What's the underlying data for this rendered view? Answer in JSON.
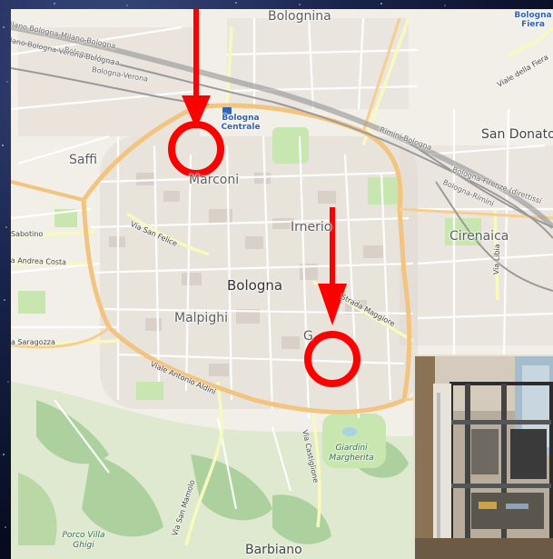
{
  "map": {
    "labels": {
      "bolognina": "Bolognina",
      "bologna_fiera": "Bologna\nFiera",
      "saffi": "Saffi",
      "marconi": "Marconi",
      "bologna_centrale": "Bologna\nCentrale",
      "san_donato": "San Donato",
      "irnerio": "Irnerio",
      "cirenaica": "Cirenaica",
      "bologna": "Bologna",
      "malpighi": "Malpighi",
      "galvani": "G",
      "barbiano": "Barbiano",
      "giardini_margherita": "Giardini\nMargherita",
      "porco_villa_ghigi": "Porco Villa\nGhigi"
    },
    "streets": {
      "viale_della_fiera": "Viale della Fiera",
      "rimini_bologna": "Rimini-Bologna",
      "bologna_firenze": "Bologna-Firenze (direttissi",
      "bologna_rimini": "Bologna-Rimini",
      "via_libia": "Via Libia",
      "via_san_felice": "Via San Felice",
      "sabotino": "Sabotino",
      "via_andrea_costa": "a Andrea Costa",
      "strada_maggiore": "Strada Maggiore",
      "via_saragozza": "a Saragozza",
      "viale_antonio_aldini": "Viale Antonio Aldini",
      "via_castiglione": "Via Castiglione",
      "via_san_mamolo": "Via San Mamolo",
      "railway_verona_1": "Bologna-Verona",
      "railway_verona_2": "lano Bologna-Verona-Bologna",
      "railway_milano": "ilano Bologna-Milano-Bologna",
      "railway_bolognina": "Bologna-Verona"
    },
    "colors": {
      "land": "#f2efe9",
      "road_minor": "#ffffff",
      "road_major": "#f6cf8f",
      "road_secondary": "#f7fabf",
      "building": "#d9d0c9",
      "park": "#c8e6b0",
      "forest": "#add19e",
      "rail": "#999999",
      "ring_road": "#f2c480"
    }
  },
  "annotations": {
    "color": "#ff0000",
    "arrows": [
      {
        "name": "arrow-to-marconi",
        "target": "Marconi"
      },
      {
        "name": "arrow-to-strada-maggiore",
        "target": "Strada Maggiore"
      }
    ],
    "circles": [
      {
        "name": "circle-marconi"
      },
      {
        "name": "circle-strada-maggiore"
      }
    ]
  },
  "inset_photo": {
    "subject": "lab-equipment-photo"
  }
}
